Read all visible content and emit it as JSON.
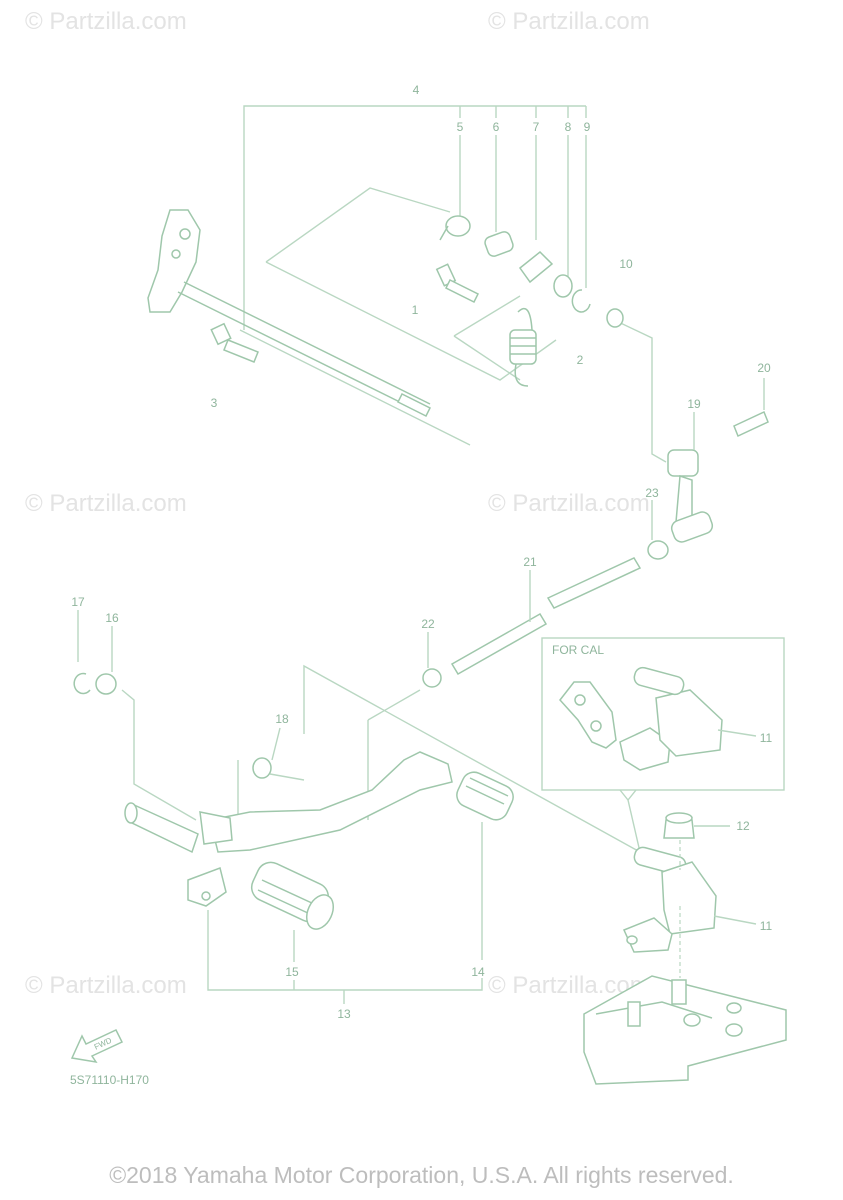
{
  "watermarks": [
    "© Partzilla.com",
    "© Partzilla.com",
    "© Partzilla.com",
    "© Partzilla.com",
    "© Partzilla.com",
    "© Partzilla.com"
  ],
  "callout": {
    "title": "FOR CAL"
  },
  "direction_label": "FWD",
  "part_numbers": [
    "1",
    "2",
    "3",
    "4",
    "5",
    "6",
    "7",
    "8",
    "9",
    "10",
    "11",
    "11",
    "12",
    "13",
    "14",
    "15",
    "16",
    "17",
    "18",
    "19",
    "20",
    "21",
    "22",
    "23"
  ],
  "diagram_code": "5S71110-H170",
  "copyright": "©2018 Yamaha Motor Corporation, U.S.A. All rights reserved.",
  "colors": {
    "line": "#9fc7ab",
    "label": "#8fb59c",
    "watermark": "#e3e3e3",
    "copyright": "#bdbdbd"
  }
}
